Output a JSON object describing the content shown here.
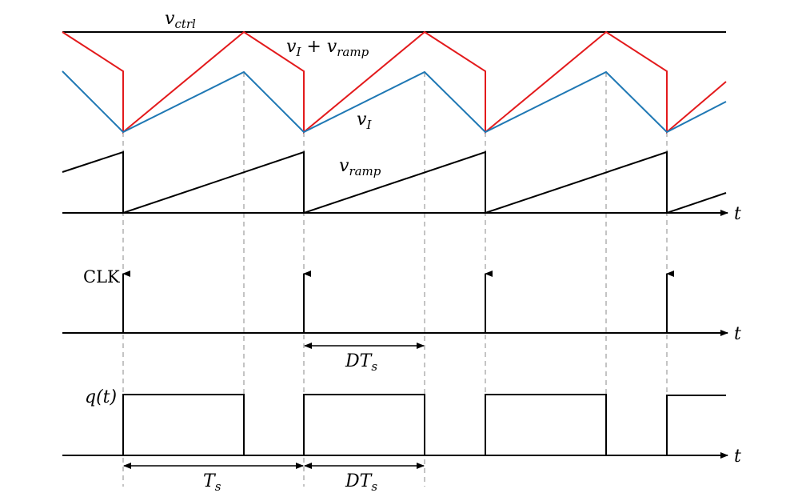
{
  "labels": {
    "v_ctrl": {
      "main": "v",
      "sub": "ctrl"
    },
    "v_I_plus_ramp": {
      "main": "v",
      "sub": "I",
      "op": " + ",
      "main2": "v",
      "sub2": "ramp"
    },
    "v_I": {
      "main": "v",
      "sub": "I"
    },
    "v_ramp": {
      "main": "v",
      "sub": "ramp"
    },
    "t_axis": "t",
    "clk": "CLK",
    "q": "q(t)",
    "DTs": {
      "main": "DT",
      "sub": "s"
    },
    "Ts": {
      "main": "T",
      "sub": "s"
    }
  },
  "colors": {
    "sum": "#e31a1c",
    "vi": "#1f78b4",
    "ink": "#000000",
    "guide": "#b0b0b0"
  },
  "chart_data": {
    "type": "timing",
    "signals": [
      "v_ctrl",
      "v_I + v_ramp",
      "v_I",
      "v_ramp",
      "CLK",
      "q(t)"
    ],
    "duty_cycle": 0.67,
    "periods_shown": 3.7
  }
}
